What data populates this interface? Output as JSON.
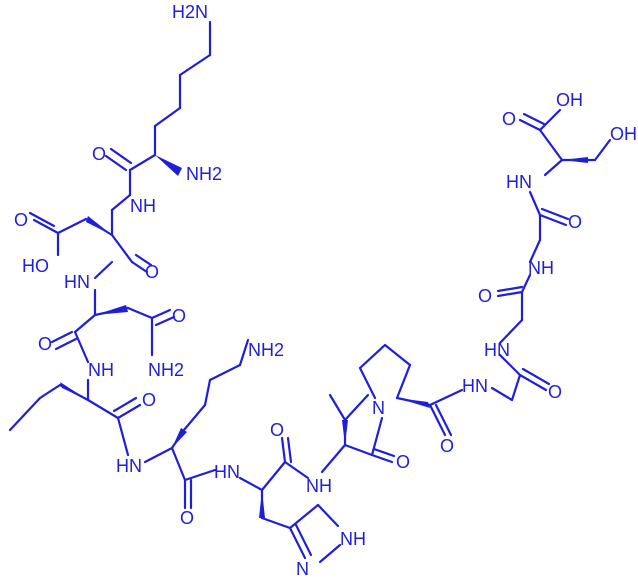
{
  "molecule": {
    "color": "#1f1fd8",
    "labels": {
      "nh2_lys1_side": "H2N",
      "nh2_lys1_alpha": "NH2",
      "nh_asp": "NH",
      "cooh_asp_ho": "HO",
      "cooh_asp_o": "O",
      "o_lys1": "O",
      "o_asp": "O",
      "nh_asn": "HN",
      "o_asn_amide": "O",
      "o_asn": "O",
      "nh2_asn": "NH2",
      "nh_ile": "NH",
      "o_ile": "O",
      "nh2_lys2_side": "NH2",
      "nh_lys2": "HN",
      "o_lys2": "O",
      "nh_his": "HN",
      "o_his": "O",
      "nh_imid": "NH",
      "n_imid": "N",
      "nh_val": "NH",
      "o_val": "O",
      "n_pro": "N",
      "o_pro": "O",
      "nh_gly1": "HN",
      "o_gly1": "O",
      "nh_gly2": "HN",
      "o_gly2": "O",
      "nh_gly3": "NH",
      "o_gly3": "O",
      "nh_ser": "HN",
      "oh_ser_acid": "OH",
      "o_ser_acid": "O",
      "oh_ser_side": "OH"
    }
  }
}
